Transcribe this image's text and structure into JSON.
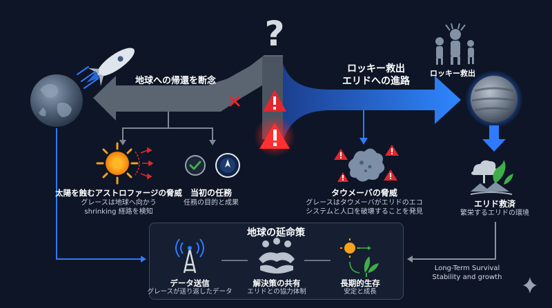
{
  "branch_left": {
    "label": "地球への帰還を断念",
    "items": [
      {
        "title": "太陽を蝕むアストロファージの脅威",
        "desc_lines": [
          "グレースは地球へ向かう",
          "shrinking 経路を検知"
        ]
      },
      {
        "title": "当初の任務",
        "desc_lines": [
          "任務の目的と成果"
        ]
      }
    ]
  },
  "branch_right": {
    "label_lines": [
      "ロッキー救出",
      "エリドへの進路"
    ],
    "rescue_label": "ロッキー救出",
    "threat": {
      "title": "タウメーバの脅威",
      "desc_lines": [
        "グレースはタウメーバがエリドのエコ",
        "システムと人口を破壊することを発見"
      ]
    },
    "outcome": {
      "title": "エリド救済",
      "desc": "繁栄するエリドの環境"
    }
  },
  "decision_mark": "?",
  "panel": {
    "title": "地球の延命策",
    "steps": [
      {
        "title": "データ送信",
        "desc": "グレースが送り返したデータ"
      },
      {
        "title": "解決策の共有",
        "desc": "エリドとの協力体制"
      },
      {
        "title": "長期的生存",
        "desc": "安定と成長"
      }
    ]
  },
  "side_note_lines": [
    "Long-Term Survival",
    "Stability and growth"
  ],
  "colors": {
    "background": "#0d1526",
    "arrow_gray": "#5b6572",
    "arrow_blue": "#2f7bff",
    "warning_red": "#e0282e",
    "sun_orange": "#f7a21b",
    "check_green": "#3fae49"
  },
  "icons": [
    "earth-icon",
    "rocket-icon",
    "question-icon",
    "warning-icon",
    "cross-icon",
    "sun-icon",
    "check-icon",
    "mission-badge-icon",
    "microbe-icon",
    "aliens-icon",
    "planet-erid-icon",
    "ecosystem-icon",
    "antenna-icon",
    "handshake-icon",
    "growth-icon",
    "sparkle-icon"
  ]
}
